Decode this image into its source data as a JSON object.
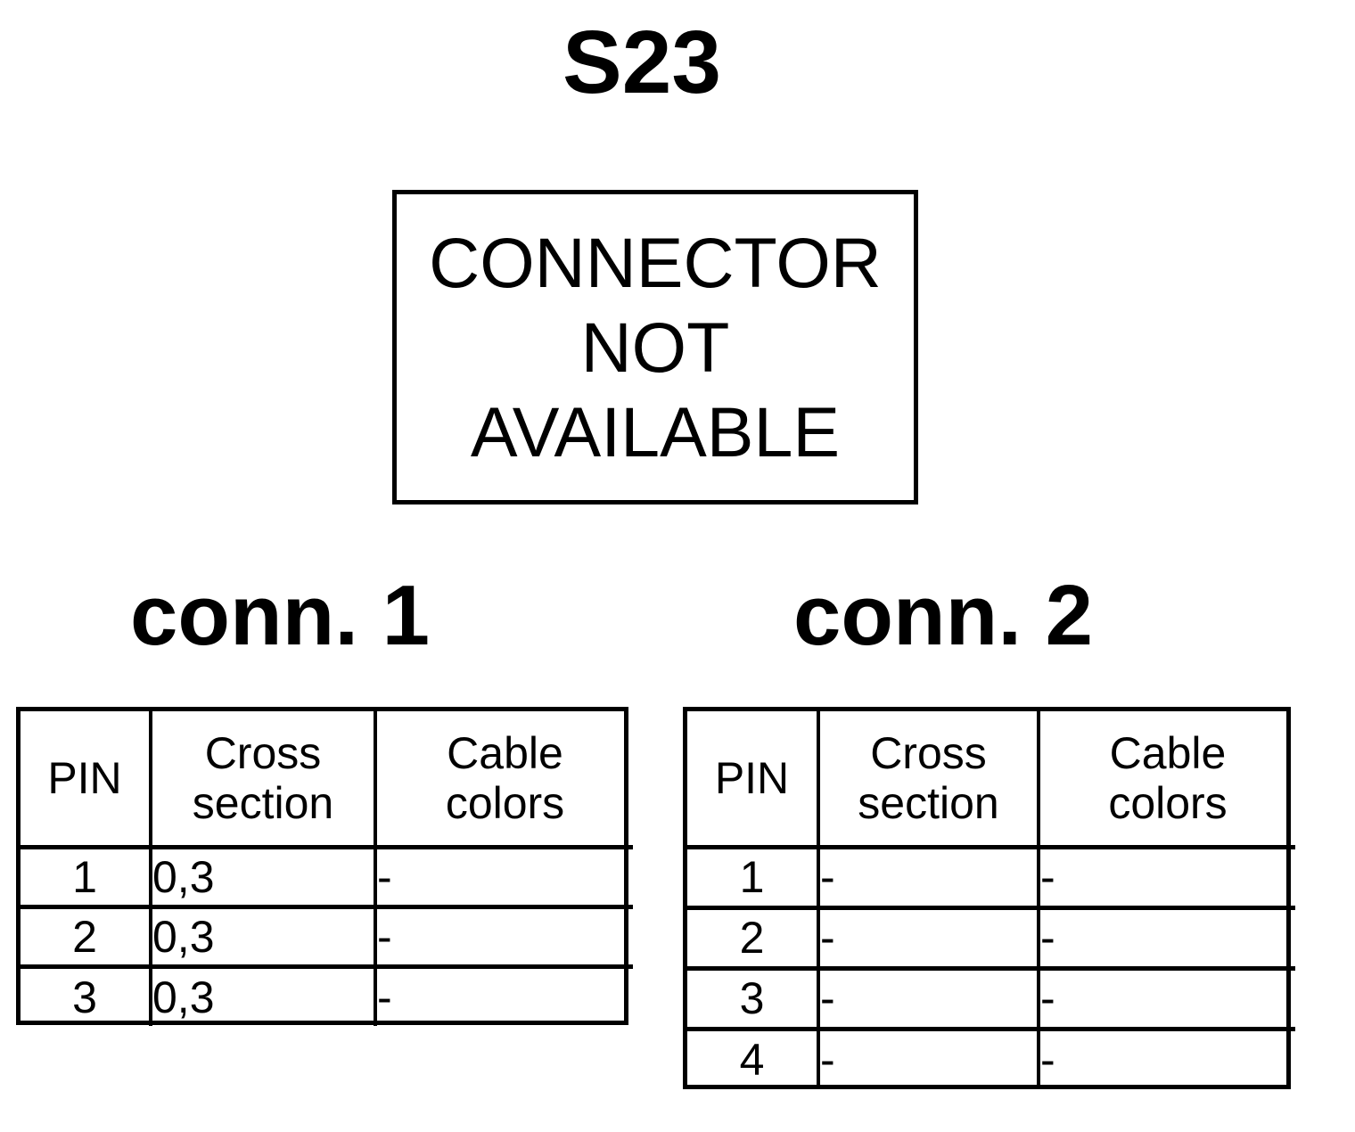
{
  "title": "S23",
  "connector_box": {
    "lines": [
      "CONNECTOR",
      "NOT",
      "AVAILABLE"
    ]
  },
  "connectors": [
    {
      "heading": "conn. 1",
      "columns": [
        {
          "key": "pin",
          "label_line1": "PIN",
          "label_line2": ""
        },
        {
          "key": "cross_section",
          "label_line1": "Cross",
          "label_line2": "section"
        },
        {
          "key": "cable_colors",
          "label_line1": "Cable",
          "label_line2": "colors"
        }
      ],
      "rows": [
        {
          "pin": "1",
          "cross_section": "0,3",
          "cable_colors": "-"
        },
        {
          "pin": "2",
          "cross_section": "0,3",
          "cable_colors": "-"
        },
        {
          "pin": "3",
          "cross_section": "0,3",
          "cable_colors": "-"
        }
      ]
    },
    {
      "heading": "conn. 2",
      "columns": [
        {
          "key": "pin",
          "label_line1": "PIN",
          "label_line2": ""
        },
        {
          "key": "cross_section",
          "label_line1": "Cross",
          "label_line2": "section"
        },
        {
          "key": "cable_colors",
          "label_line1": "Cable",
          "label_line2": "colors"
        }
      ],
      "rows": [
        {
          "pin": "1",
          "cross_section": "-",
          "cable_colors": "-"
        },
        {
          "pin": "2",
          "cross_section": "-",
          "cable_colors": "-"
        },
        {
          "pin": "3",
          "cross_section": "-",
          "cable_colors": "-"
        },
        {
          "pin": "4",
          "cross_section": "-",
          "cable_colors": "-"
        }
      ]
    }
  ],
  "colors": {
    "ink": "#000000",
    "background": "#ffffff"
  }
}
